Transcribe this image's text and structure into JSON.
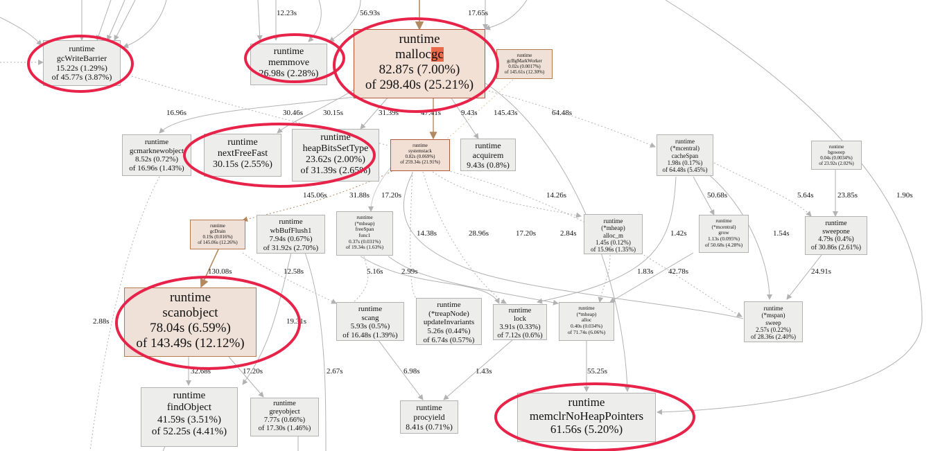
{
  "colors": {
    "edge": "#b2b2b2",
    "edge_hot": "#b38a60",
    "node_fill": "#ededec",
    "node_fill_warm": "#efe1d8",
    "annotation_ring": "#e8234a",
    "highlight": "#e86a4a"
  },
  "nodes": {
    "gcwritebarrier": {
      "pkg": "runtime",
      "fn": "gcWriteBarrier",
      "flat": "15.22s (1.29%)",
      "cum": "of 45.77s (3.87%)"
    },
    "memmove": {
      "pkg": "runtime",
      "fn": "memmove",
      "flat": "26.98s (2.28%)",
      "cum": ""
    },
    "mallocgc": {
      "pkg": "runtime",
      "fn_a": "malloc",
      "fn_b": "gc",
      "flat": "82.87s (7.00%)",
      "cum": "of 298.40s (25.21%)"
    },
    "gcbgmarkworker": {
      "pkg": "runtime",
      "fn": "gcBgMarkWorker",
      "flat": "0.02s (0.0017%)",
      "cum": "of 145.61s (12.30%)"
    },
    "gcmarknewobject": {
      "pkg": "runtime",
      "fn": "gcmarknewobject",
      "flat": "8.52s (0.72%)",
      "cum": "of 16.96s (1.43%)"
    },
    "nextfreefast": {
      "pkg": "runtime",
      "fn": "nextFreeFast",
      "flat": "30.15s (2.55%)",
      "cum": ""
    },
    "heapbitssettype": {
      "pkg": "runtime",
      "fn": "heapBitsSetType",
      "flat": "23.62s (2.00%)",
      "cum": "of 31.39s (2.65%)"
    },
    "systemstack": {
      "pkg": "runtime",
      "fn": "systemstack",
      "flat": "0.82s (0.069%)",
      "cum": "of 259.34s (21.91%)"
    },
    "acquirem": {
      "pkg": "runtime",
      "fn": "acquirem",
      "flat": "9.43s (0.8%)",
      "cum": ""
    },
    "cachespan": {
      "pkg": "runtime",
      "fn_a": "(*mcentral)",
      "fn_b": "cacheSpan",
      "flat": "1.98s (0.17%)",
      "cum": "of 64.48s (5.45%)"
    },
    "bgsweep": {
      "pkg": "runtime",
      "fn": "bgsweep",
      "flat": "0.04s (0.0034%)",
      "cum": "of 23.92s (2.02%)"
    },
    "gcdrain": {
      "pkg": "runtime",
      "fn": "gcDrain",
      "flat": "0.19s (0.016%)",
      "cum": "of 145.06s (12.26%)"
    },
    "wbbufflush1": {
      "pkg": "runtime",
      "fn": "wbBufFlush1",
      "flat": "7.94s (0.67%)",
      "cum": "of 31.92s (2.70%)"
    },
    "freespan": {
      "pkg": "runtime",
      "fn_a": "(*mheap)",
      "fn_b": "freeSpan",
      "fn_c": "func1",
      "flat": "0.37s (0.031%)",
      "cum": "of 19.34s (1.63%)"
    },
    "alloc_m": {
      "pkg": "runtime",
      "fn_a": "(*mheap)",
      "fn_b": "alloc_m",
      "flat": "1.45s (0.12%)",
      "cum": "of 15.96s (1.35%)"
    },
    "grow": {
      "pkg": "runtime",
      "fn_a": "(*mcentral)",
      "fn_b": "grow",
      "flat": "1.13s (0.095%)",
      "cum": "of 50.68s (4.28%)"
    },
    "sweepone": {
      "pkg": "runtime",
      "fn": "sweepone",
      "flat": "4.79s (0.4%)",
      "cum": "of 30.86s (2.61%)"
    },
    "scanobject": {
      "pkg": "runtime",
      "fn": "scanobject",
      "flat": "78.04s (6.59%)",
      "cum": "of 143.49s (12.12%)"
    },
    "scang": {
      "pkg": "runtime",
      "fn": "scang",
      "flat": "5.93s (0.5%)",
      "cum": "of 16.48s (1.39%)"
    },
    "updateinvariants": {
      "pkg": "runtime",
      "fn_a": "(*treapNode)",
      "fn_b": "updateInvariants",
      "flat": "5.26s (0.44%)",
      "cum": "of 6.74s (0.57%)"
    },
    "lock": {
      "pkg": "runtime",
      "fn": "lock",
      "flat": "3.91s (0.33%)",
      "cum": "of 7.12s (0.6%)"
    },
    "mheapalloc": {
      "pkg": "runtime",
      "fn_a": "(*mheap)",
      "fn_b": "alloc",
      "flat": "0.40s (0.034%)",
      "cum": "of 71.74s (6.06%)"
    },
    "mspansweep": {
      "pkg": "runtime",
      "fn_a": "(*mspan)",
      "fn_b": "sweep",
      "flat": "2.57s (0.22%)",
      "cum": "of 28.36s (2.40%)"
    },
    "findobject": {
      "pkg": "runtime",
      "fn": "findObject",
      "flat": "41.59s (3.51%)",
      "cum": "of 52.25s (4.41%)"
    },
    "greyobject": {
      "pkg": "runtime",
      "fn": "greyobject",
      "flat": "7.77s (0.66%)",
      "cum": "of 17.30s (1.46%)"
    },
    "procyield": {
      "pkg": "runtime",
      "fn": "procyield",
      "flat": "8.41s (0.71%)",
      "cum": ""
    },
    "memclr": {
      "pkg": "runtime",
      "fn": "memclrNoHeapPointers",
      "flat": "61.56s (5.20%)",
      "cum": ""
    }
  },
  "edge_labels": {
    "e_12_23": "12.23s",
    "e_56_93": "56.93s",
    "e_17_65": "17.65s",
    "e_16_96": "16.96s",
    "e_30_46": "30.46s",
    "e_30_15": "30.15s",
    "e_31_39": "31.39s",
    "e_47_41": "47.41s",
    "e_9_43": "9.43s",
    "e_145_43": "145.43s",
    "e_64_48": "64.48s",
    "e_145_06": "145.06s",
    "e_31_88": "31.88s",
    "e_17_20a": "17.20s",
    "e_14_26": "14.26s",
    "e_1_90": "1.90s",
    "e_50_68": "50.68s",
    "e_5_64": "5.64s",
    "e_23_85": "23.85s",
    "e_14_38": "14.38s",
    "e_28_96": "28.96s",
    "e_17_20b": "17.20s",
    "e_2_84": "2.84s",
    "e_1_42": "1.42s",
    "e_1_54": "1.54s",
    "e_130_08": "130.08s",
    "e_12_58": "12.58s",
    "e_5_16": "5.16s",
    "e_2_99": "2.99s",
    "e_1_83": "1.83s",
    "e_42_78": "42.78s",
    "e_24_91": "24.91s",
    "e_2_88": "2.88s",
    "e_19_31": "19.31s",
    "e_32_68": "32.68s",
    "e_17_20c": "17.20s",
    "e_2_67": "2.67s",
    "e_6_98": "6.98s",
    "e_1_43": "1.43s",
    "e_55_25": "55.25s"
  }
}
